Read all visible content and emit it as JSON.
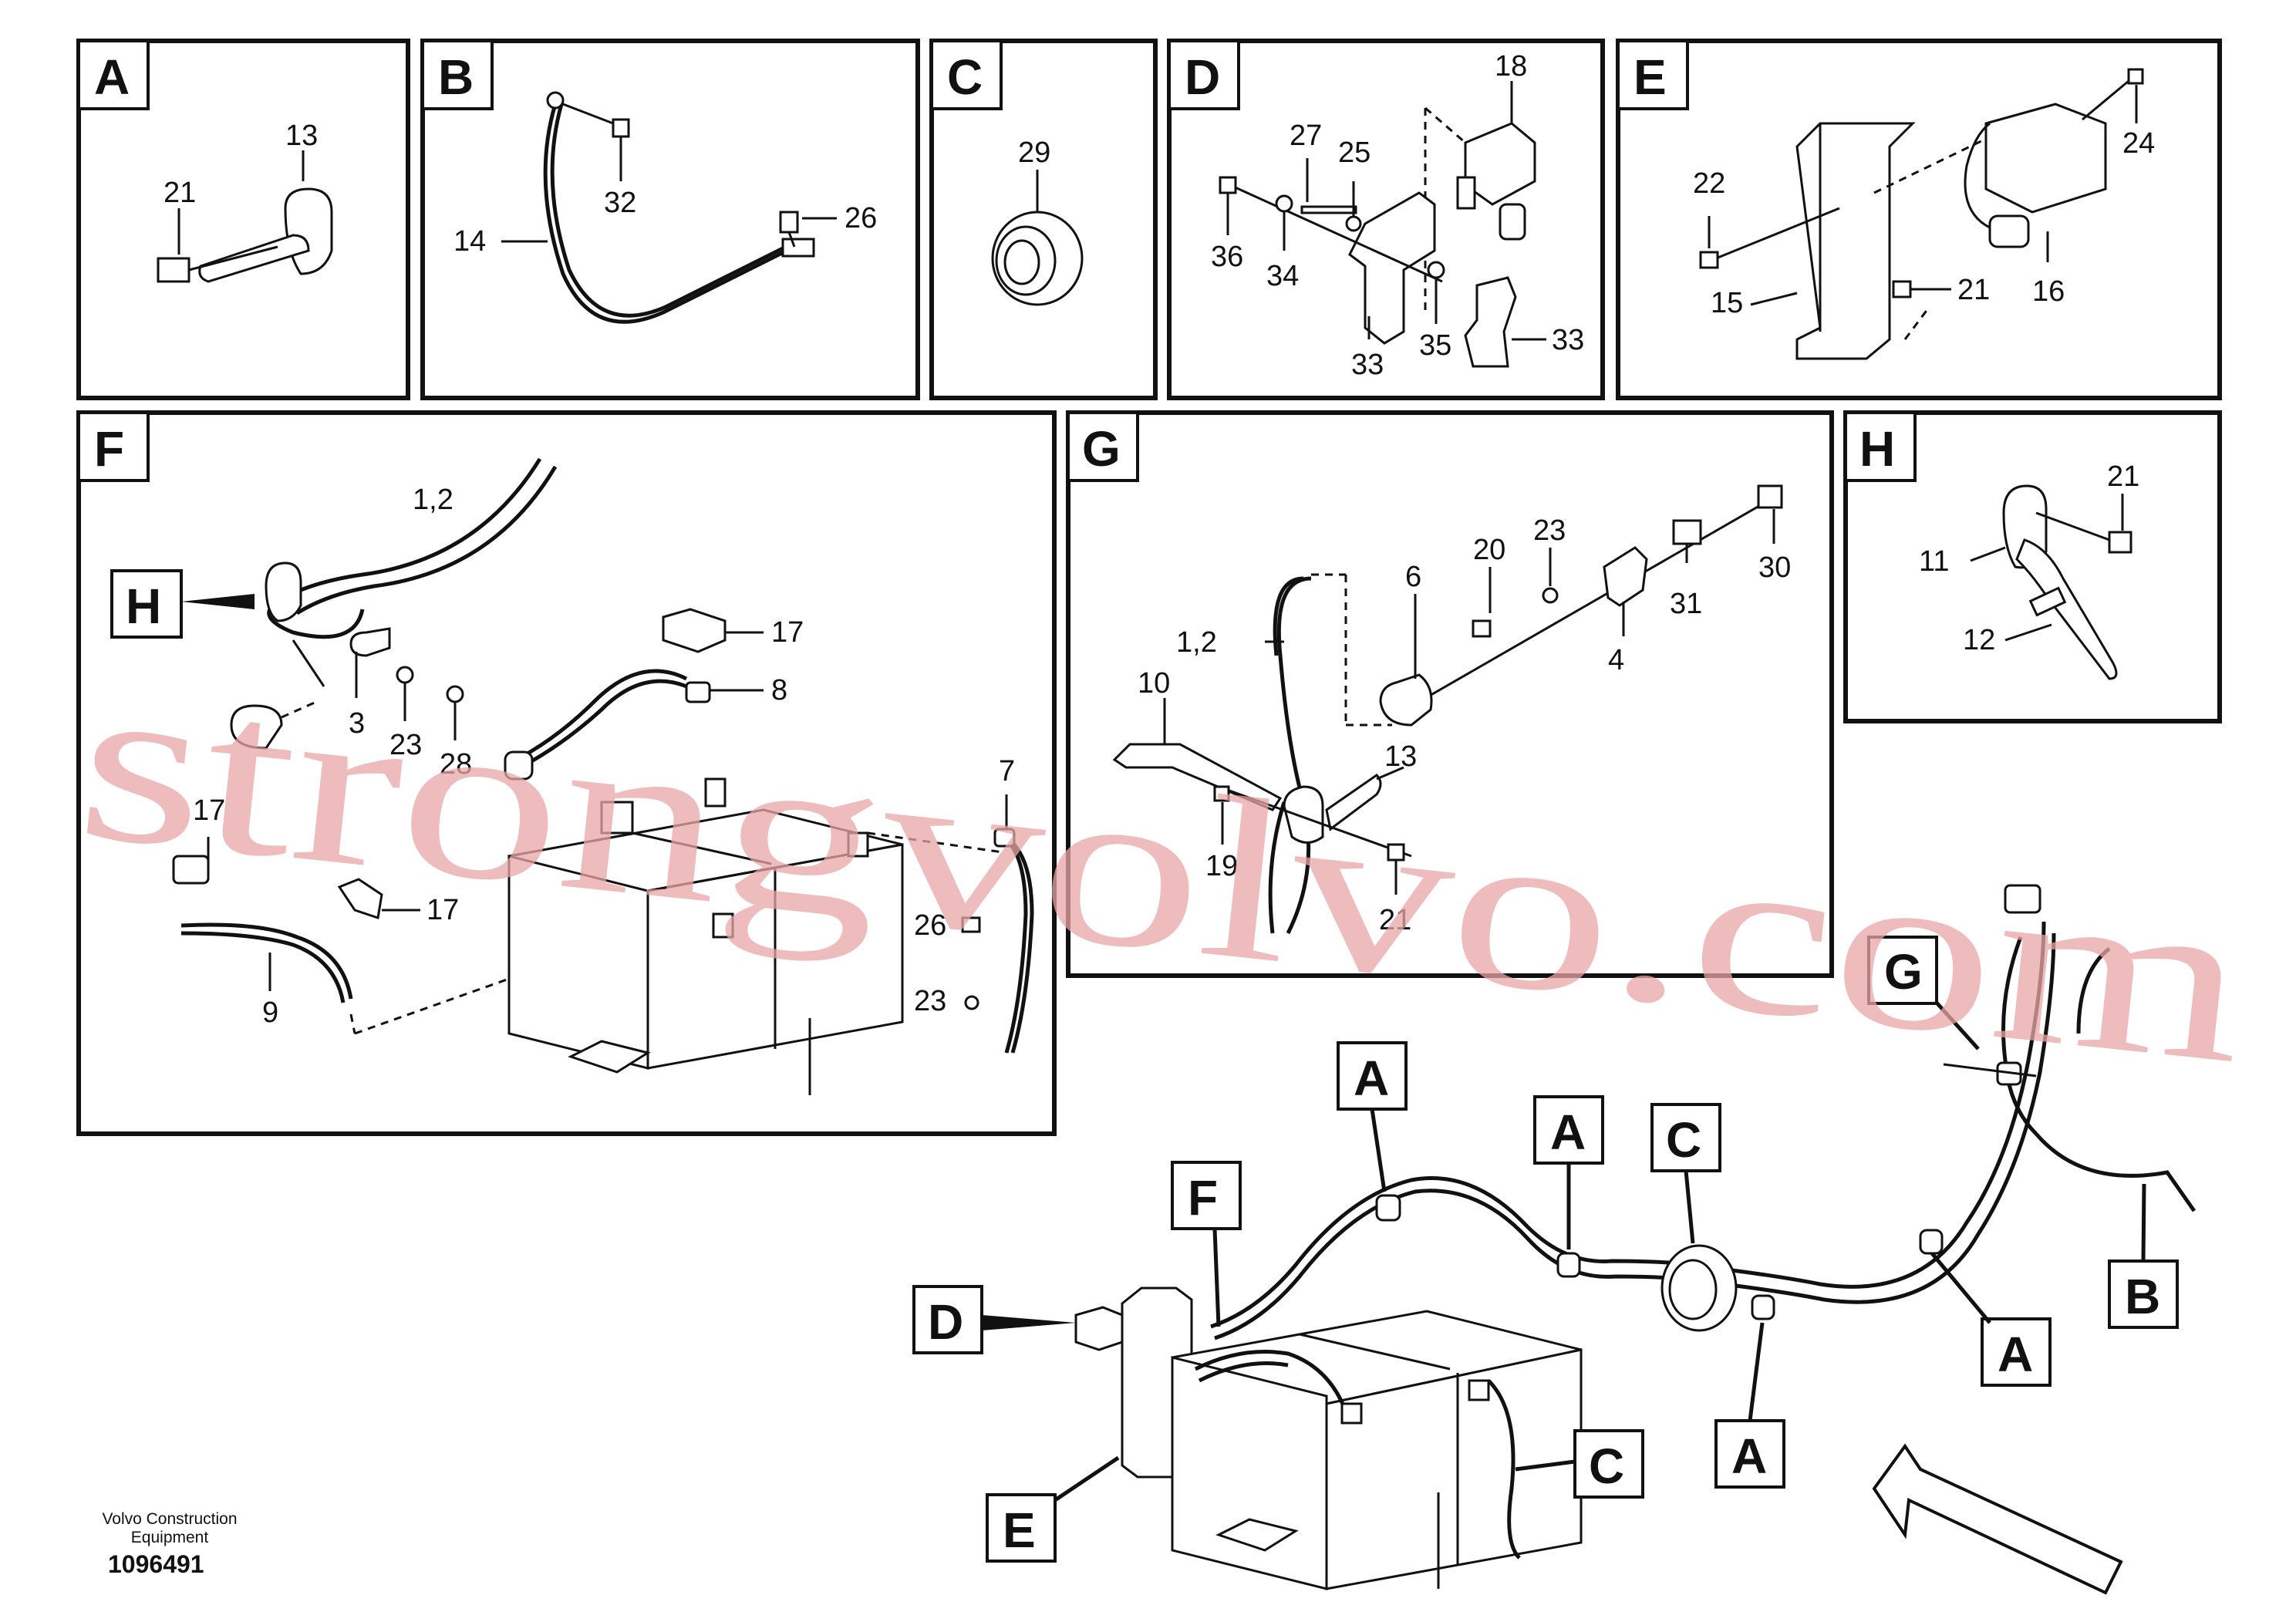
{
  "panels": {
    "A": {
      "letter": "A",
      "labels": {
        "l13": "13",
        "l21": "21"
      }
    },
    "B": {
      "letter": "B",
      "labels": {
        "l32": "32",
        "l14": "14",
        "l26": "26"
      }
    },
    "C": {
      "letter": "C",
      "labels": {
        "l29": "29"
      }
    },
    "D": {
      "letter": "D",
      "labels": {
        "l18": "18",
        "l27": "27",
        "l25": "25",
        "l36": "36",
        "l34": "34",
        "l33a": "33",
        "l35": "35",
        "l33b": "33"
      }
    },
    "E": {
      "letter": "E",
      "labels": {
        "l24": "24",
        "l22": "22",
        "l15": "15",
        "l21": "21",
        "l16": "16"
      }
    },
    "F": {
      "letter": "F",
      "labels": {
        "l12": "1,2",
        "l17a": "17",
        "l8": "8",
        "l3": "3",
        "l23": "23",
        "l28": "28",
        "l7": "7",
        "l17b": "17",
        "l17c": "17",
        "l26": "26",
        "l23b": "23",
        "l9": "9"
      },
      "callout_H": "H"
    },
    "G": {
      "letter": "G",
      "labels": {
        "l23": "23",
        "l20": "20",
        "l6": "6",
        "l30": "30",
        "l31": "31",
        "l12": "1,2",
        "l4": "4",
        "l10": "10",
        "l13": "13",
        "l19": "19",
        "l21": "21"
      }
    },
    "H": {
      "letter": "H",
      "labels": {
        "l21": "21",
        "l11": "11",
        "l12": "12"
      }
    }
  },
  "overview_callouts": {
    "G": "G",
    "A1": "A",
    "A2": "A",
    "C1": "C",
    "F": "F",
    "D": "D",
    "B": "B",
    "A3": "A",
    "A4": "A",
    "C2": "C",
    "E": "E"
  },
  "footer": {
    "company": "Volvo Construction Equipment",
    "drawing_number": "1096491"
  },
  "watermark": "strongvolvo.com"
}
